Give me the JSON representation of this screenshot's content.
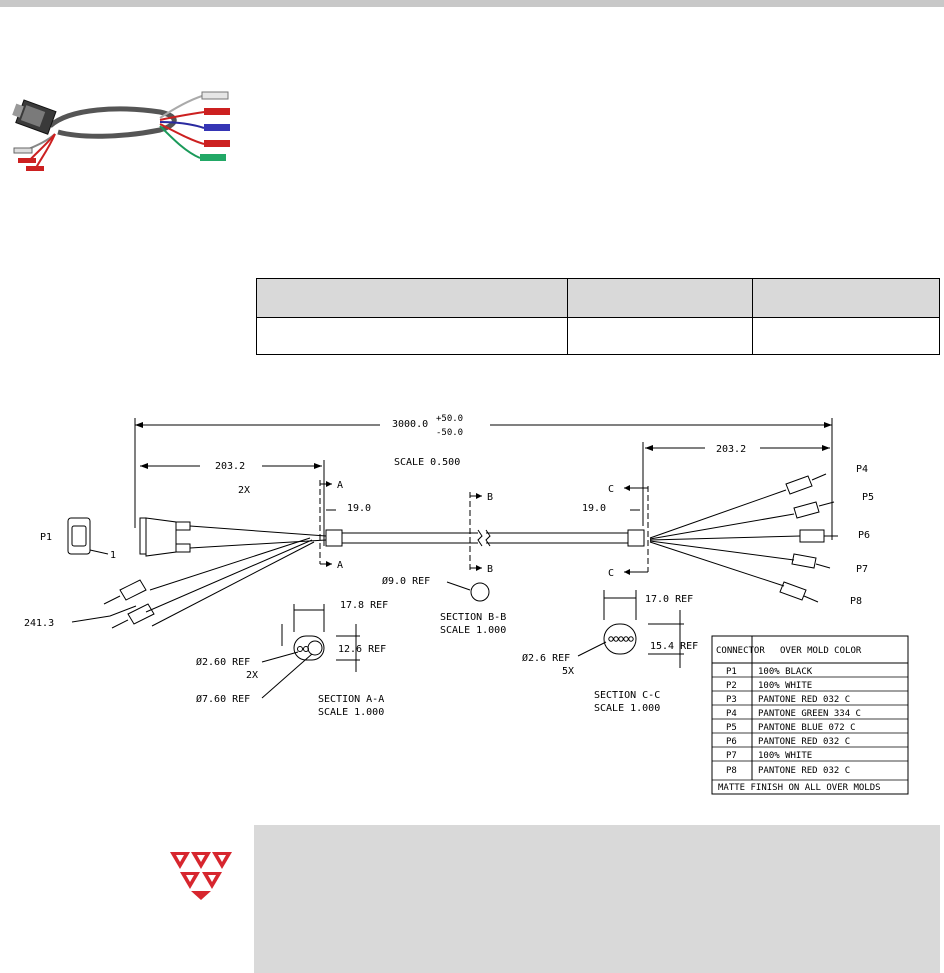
{
  "drawing": {
    "length_main": "3000.0",
    "tol_plus": "+50.0",
    "tol_minus": "-50.0",
    "dim_left": "203.2",
    "dim_right": "203.2",
    "qty_2x": "2X",
    "scale": "SCALE  0.500",
    "dim_19_left": "19.0",
    "dim_19_right": "19.0",
    "cut_a": "A",
    "cut_b": "B",
    "cut_c": "C",
    "p1": "P1",
    "p4": "P4",
    "p5": "P5",
    "p6": "P6",
    "p7": "P7",
    "p8": "P8",
    "p1_pin": "1",
    "dim_241": "241.3",
    "dia_9": "Ø9.0 REF",
    "section_bb": "SECTION  B-B",
    "scale_bb": "SCALE  1.000",
    "aa_width": "17.8 REF",
    "aa_height": "12.6 REF",
    "aa_dia_small": "Ø2.60 REF",
    "aa_qty": "2X",
    "aa_dia_big": "Ø7.60 REF",
    "section_aa": "SECTION  A-A",
    "scale_aa": "SCALE  1.000",
    "cc_width": "17.0 REF",
    "cc_height": "15.4 REF",
    "cc_dia": "Ø2.6 REF",
    "cc_qty": "5X",
    "section_cc": "SECTION  C-C",
    "scale_cc": "SCALE  1.000"
  },
  "color_table": {
    "header_connector": "CONNECTOR",
    "header_color": "OVER MOLD COLOR",
    "rows": [
      {
        "connector": "P1",
        "color": "100% BLACK"
      },
      {
        "connector": "P2",
        "color": "100% WHITE"
      },
      {
        "connector": "P3",
        "color": "PANTONE RED 032 C"
      },
      {
        "connector": "P4",
        "color": "PANTONE GREEN 334 C"
      },
      {
        "connector": "P5",
        "color": "PANTONE BLUE 072 C"
      },
      {
        "connector": "P6",
        "color": "PANTONE RED 032 C"
      },
      {
        "connector": "P7",
        "color": "100% WHITE"
      },
      {
        "connector": "P8",
        "color": "PANTONE RED 032 C"
      }
    ],
    "footer": "MATTE FINISH ON ALL OVER MOLDS"
  },
  "colors": {
    "logo_red": "#d7262e",
    "panel_gray": "#d9d9d9"
  }
}
